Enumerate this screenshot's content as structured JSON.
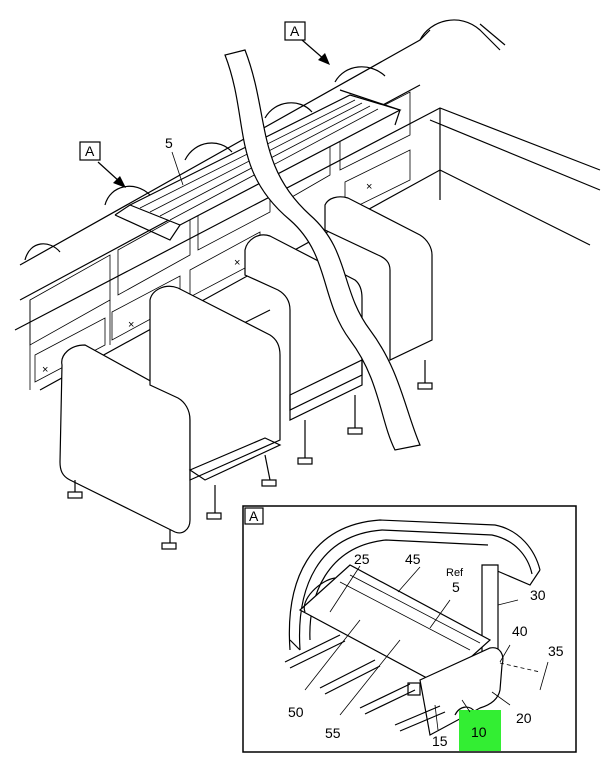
{
  "callouts": {
    "view_a_top": "A",
    "view_a_left": "A",
    "part_5": "5",
    "detail_label": "A",
    "part_25": "25",
    "part_45": "45",
    "ref_label": "Ref",
    "ref_5": "5",
    "part_30": "30",
    "part_40": "40",
    "part_35": "35",
    "part_50": "50",
    "part_55": "55",
    "part_15": "15",
    "part_10": "10",
    "part_20": "20"
  },
  "colors": {
    "highlight": "#33ee33",
    "line": "#000000",
    "background": "#ffffff"
  }
}
